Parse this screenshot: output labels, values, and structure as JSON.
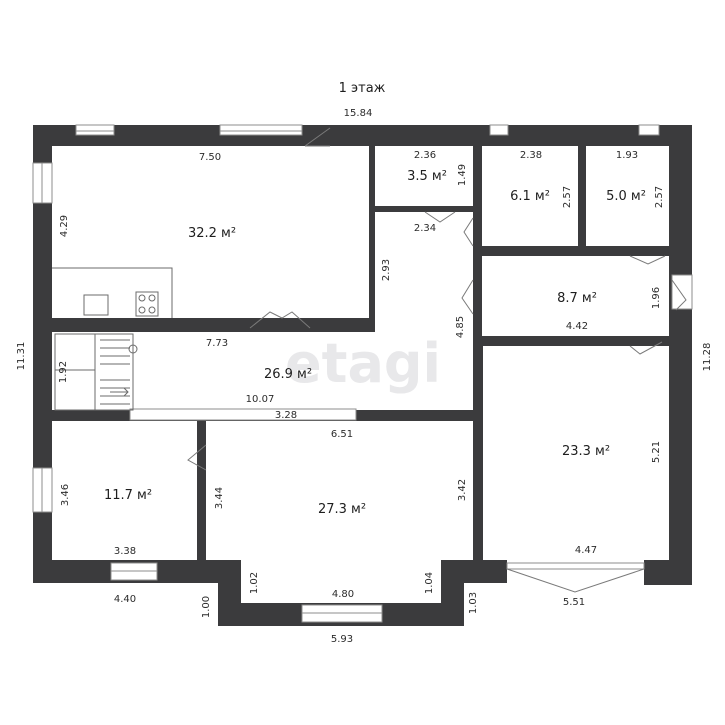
{
  "title": "1 этаж",
  "watermark": "etagi",
  "colors": {
    "wall": "#3b3b3d",
    "window": "#ffffff",
    "text": "#1e1e1e"
  },
  "area_unit": "м²",
  "rooms": [
    {
      "id": "living",
      "area": "32.2"
    },
    {
      "id": "storage-a",
      "area": "3.5"
    },
    {
      "id": "room-61",
      "area": "6.1"
    },
    {
      "id": "room-50",
      "area": "5.0"
    },
    {
      "id": "room-87",
      "area": "8.7"
    },
    {
      "id": "hall",
      "area": "26.9"
    },
    {
      "id": "room-233",
      "area": "23.3"
    },
    {
      "id": "room-117",
      "area": "11.7"
    },
    {
      "id": "room-273",
      "area": "27.3"
    }
  ],
  "dimensions": {
    "top_total": "15.84",
    "living_width": "7.50",
    "living_height": "4.29",
    "storage_width": "2.36",
    "storage_height": "1.49",
    "storage_bottom": "2.34",
    "room61_width": "2.38",
    "room61_height": "2.57",
    "room50_width": "1.93",
    "room50_height": "2.57",
    "corridor_height": "2.93",
    "corridor_right": "4.85",
    "room87_width": "4.42",
    "room87_height": "1.96",
    "right_total": "11.28",
    "left_total": "11.31",
    "hall_width": "7.73",
    "hall_length": "10.07",
    "stairs_width": "1.92",
    "hall_bottom": "3.28",
    "room273_top": "6.51",
    "room273_left": "3.44",
    "room273_right": "3.42",
    "room273_bay_width": "4.80",
    "room273_bay_left": "1.02",
    "room273_bay_right": "1.04",
    "bay_total": "5.93",
    "bay_left_out": "1.00",
    "bay_right_out": "1.03",
    "room117_height": "3.46",
    "room117_width": "3.38",
    "room117_outer": "4.40",
    "room233_height": "5.21",
    "room233_width": "4.47",
    "room233_bay": "5.51"
  }
}
